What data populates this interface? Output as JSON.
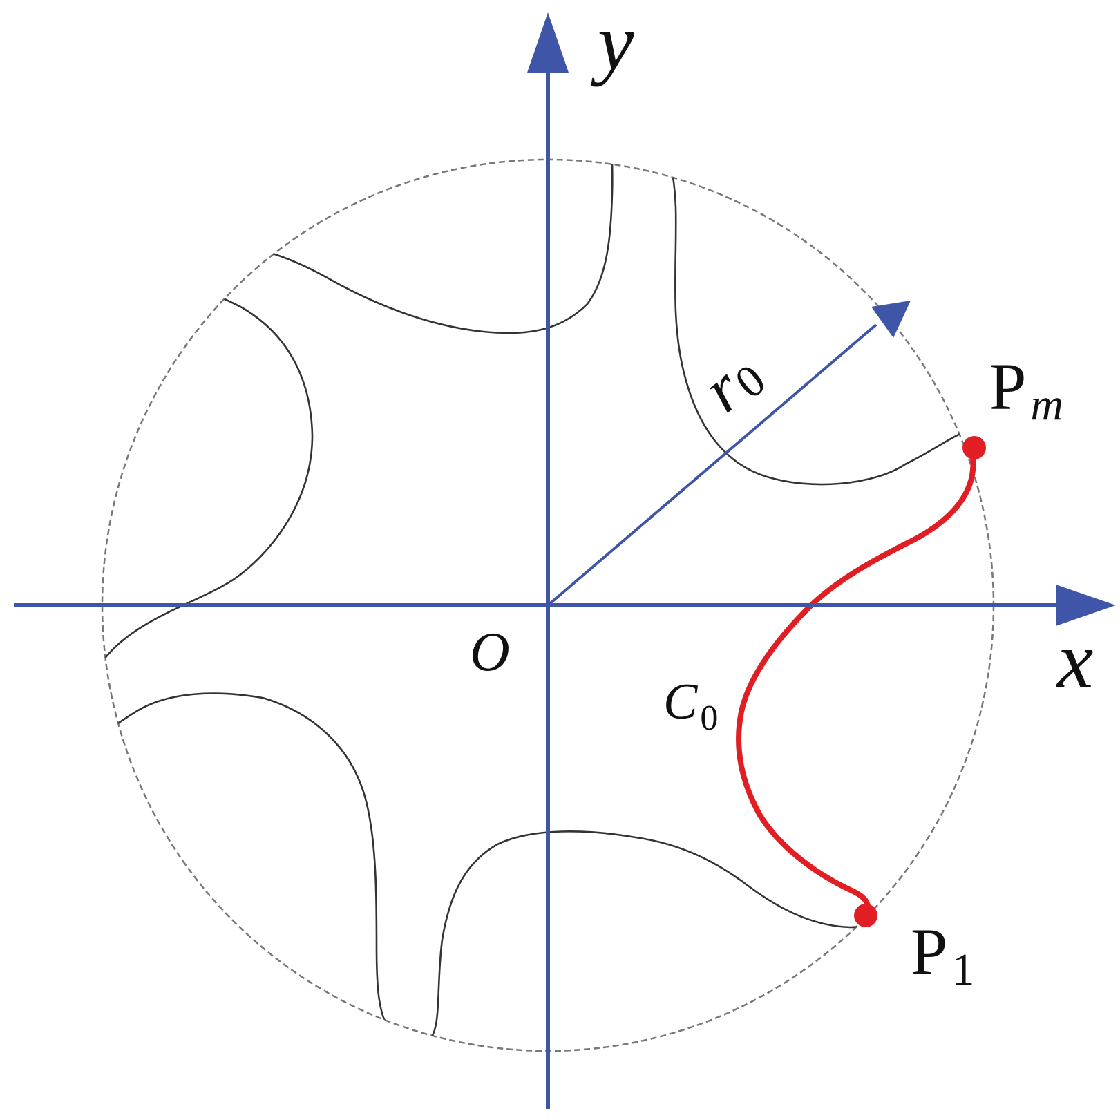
{
  "colors": {
    "axis": "#3f56a8",
    "outline": "#333333",
    "circle": "#777777",
    "curve": "#e01e24",
    "text": "#111111"
  },
  "labels": {
    "y_axis": "y",
    "x_axis": "x",
    "origin": "O",
    "radius_main": "r",
    "radius_sub": "0",
    "point_m_main": "P",
    "point_m_sub": "m",
    "point_1_main": "P",
    "point_1_sub": "1",
    "curve_main": "C",
    "curve_sub": "0"
  }
}
